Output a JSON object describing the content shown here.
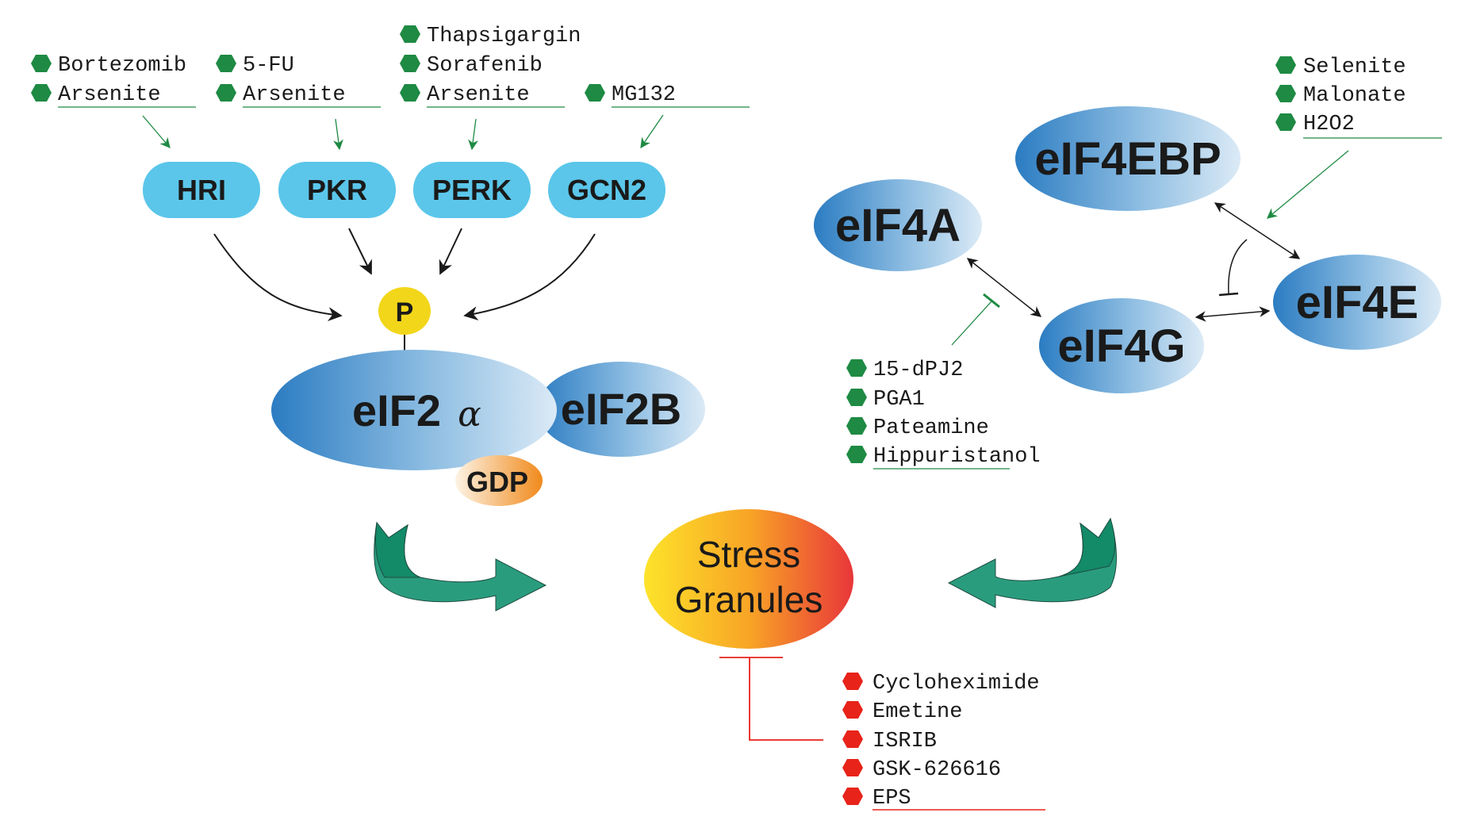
{
  "diagram": {
    "title": "Stress granule formation pathways",
    "kinases": [
      {
        "id": "hri",
        "label": "HRI",
        "inducers": [
          "Bortezomib",
          "Arsenite"
        ]
      },
      {
        "id": "pkr",
        "label": "PKR",
        "inducers": [
          "5-FU",
          "Arsenite"
        ]
      },
      {
        "id": "perk",
        "label": "PERK",
        "inducers": [
          "Thapsigargin",
          "Sorafenib",
          "Arsenite"
        ]
      },
      {
        "id": "gcn2",
        "label": "GCN2",
        "inducers": [
          "MG132"
        ]
      }
    ],
    "phospho_label": "P",
    "eif2a": {
      "label": "eIF2",
      "greek": "α"
    },
    "eif2b": {
      "label": "eIF2B"
    },
    "gdp": {
      "label": "GDP"
    },
    "stress_granules": {
      "line1": "Stress",
      "line2": "Granules"
    },
    "inhibitors": [
      "Cycloheximide",
      "Emetine",
      "ISRIB",
      "GSK-626616",
      "EPS"
    ],
    "eif4_complex": {
      "eif4a": "eIF4A",
      "eif4ebp": "eIF4EBP",
      "eif4g": "eIF4G",
      "eif4e": "eIF4E"
    },
    "eif4a_inhibitors": [
      "15-dPJ2",
      "PGA1",
      "Pateamine",
      "Hippuristanol"
    ],
    "eif4ebp_inducers": [
      "Selenite",
      "Malonate",
      "H2O2"
    ],
    "colors": {
      "inducer_green": "#1e8a43",
      "inhibitor_red": "#e8231a",
      "kinase_blue": "#5bc6ea",
      "phospho_yellow": "#f2d61a",
      "big_arrow_teal": "#2a9c7e",
      "eif_blue_dark": "#2f7fc4",
      "eif_blue_light": "#d6e8f5"
    }
  }
}
